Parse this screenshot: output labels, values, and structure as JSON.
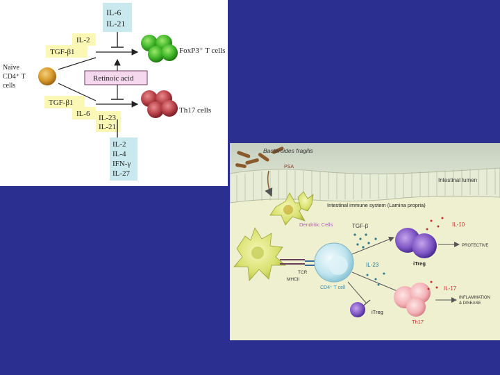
{
  "top_diagram": {
    "left_cell_label": "Naïve CD4⁺ T cells",
    "left_cell_lines": [
      "Naïve",
      "CD4⁺ T",
      "cells"
    ],
    "inhibitors_top": [
      "IL-6",
      "IL-21"
    ],
    "inducers_top": [
      "IL-2",
      "TGF-β1"
    ],
    "treg_label": "FoxP3⁺ T cells",
    "modulator": "Retinoic acid",
    "inducers_bottom": [
      "TGF-β1",
      "IL-6"
    ],
    "inducers_bottom_extra": [
      "IL-23",
      "IL-21"
    ],
    "th17_label": "Th17 cells",
    "inhibitors_bottom": [
      "IL-2",
      "IL-4",
      "IFN-γ",
      "IL-27"
    ]
  },
  "bottom_diagram": {
    "bacteria_label": "Bacteroides fragilis",
    "psa_label": "PSA",
    "lumen_label": "Intestinal lumen",
    "immune_label": "Intestinal immune system (Lamina propria)",
    "dc_label": "Dendritic Cells",
    "tgf_label": "TGF-β",
    "il10_label": "IL-10",
    "protective_label": "PROTECTIVE",
    "itreg_label": "iTreg",
    "tcr_label": "TCR",
    "mhc_label": "MHCII",
    "cd4_label": "CD4⁺ T cell",
    "il23_label": "IL-23",
    "il17_label": "IL-17",
    "inflammation_label": "INFLAMMATION & DISEASE",
    "inflammation_lines": [
      "INFLAMMATION",
      "& DISEASE"
    ],
    "itreg2_label": "iTreg",
    "th17_label": "Th17"
  }
}
